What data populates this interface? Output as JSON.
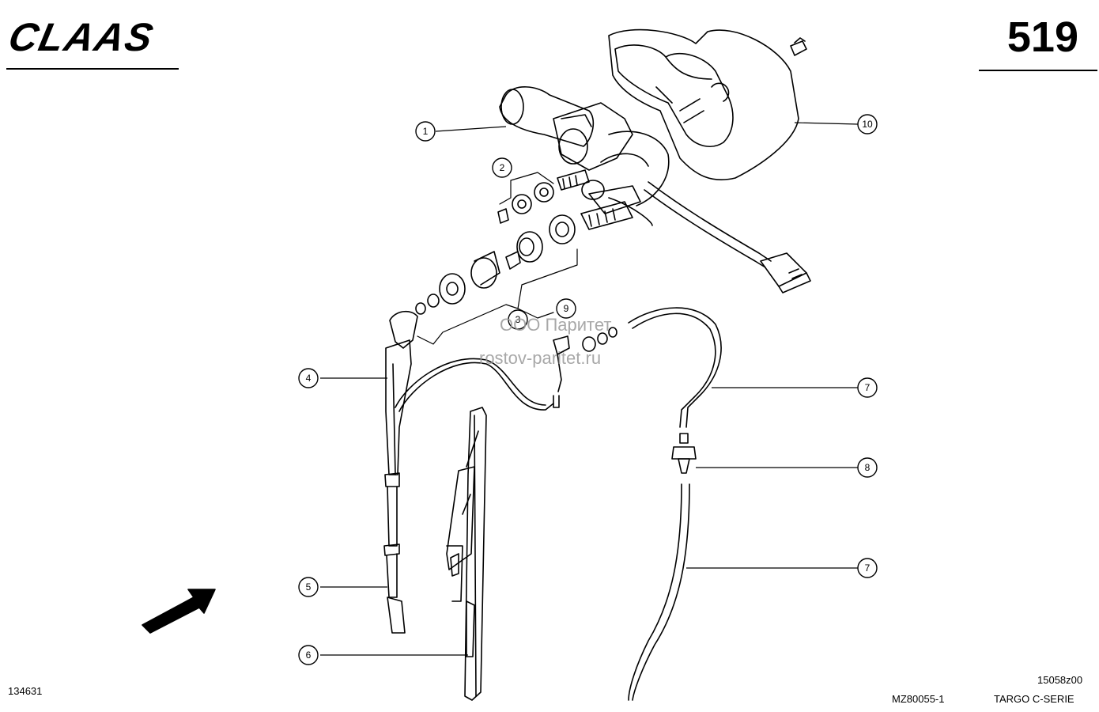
{
  "header": {
    "brand": "CLAAS",
    "page_number": "519"
  },
  "footer": {
    "left_code": "134631",
    "drawing_code": "MZ80055-1",
    "revision_code": "15058z00",
    "model": "TARGO C-SERIE"
  },
  "watermark": {
    "company": "ООО Паритет",
    "site": "rostov-paritet.ru"
  },
  "callouts": [
    "1",
    "2",
    "3",
    "4",
    "5",
    "6",
    "7",
    "7",
    "8",
    "9",
    "10"
  ]
}
